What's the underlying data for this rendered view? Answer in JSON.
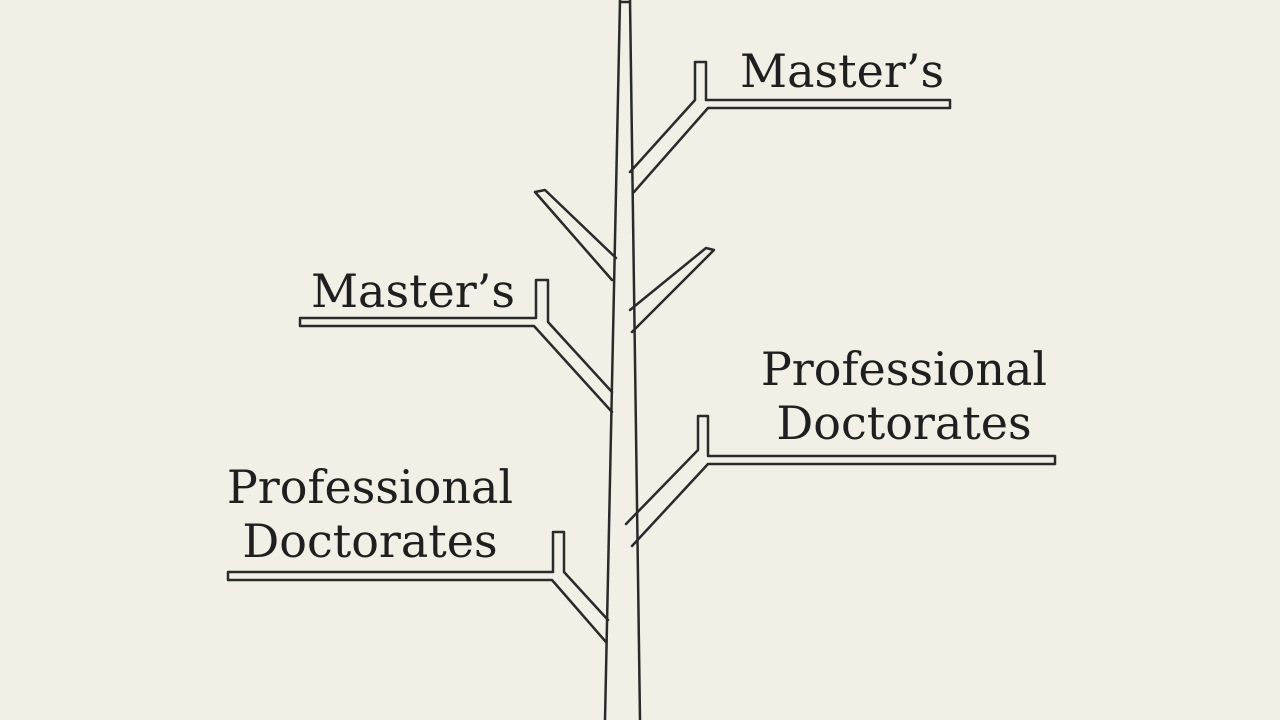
{
  "colors": {
    "background": "#f1efe6",
    "stroke": "#2a2a2a",
    "text": "#1f1f1f"
  },
  "labels": {
    "top_right": {
      "lines": [
        "Master’s"
      ]
    },
    "mid_left": {
      "lines": [
        "Master’s"
      ]
    },
    "mid_right": {
      "lines": [
        "Professional",
        "Doctorates"
      ]
    },
    "bottom_left": {
      "lines": [
        "Professional",
        "Doctorates"
      ]
    }
  }
}
